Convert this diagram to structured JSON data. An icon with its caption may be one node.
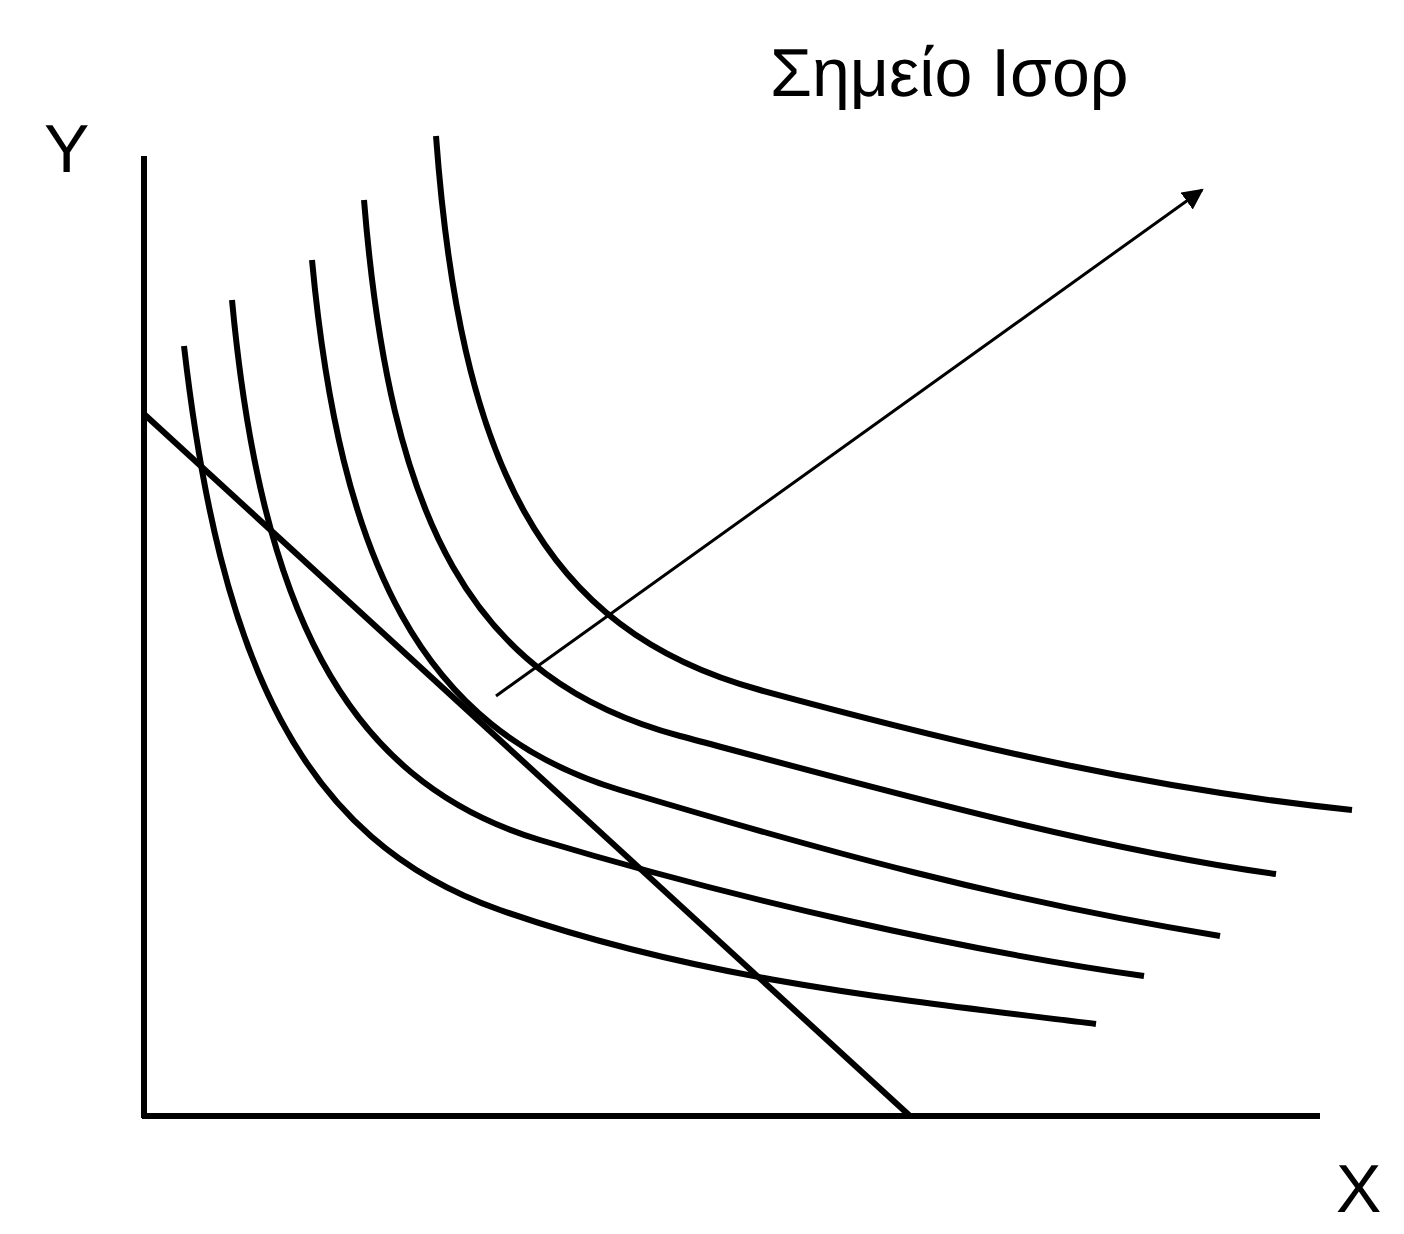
{
  "diagram": {
    "labels": [
      "Σημείο Ισορ",
      "Y",
      "X"
    ]
  }
}
